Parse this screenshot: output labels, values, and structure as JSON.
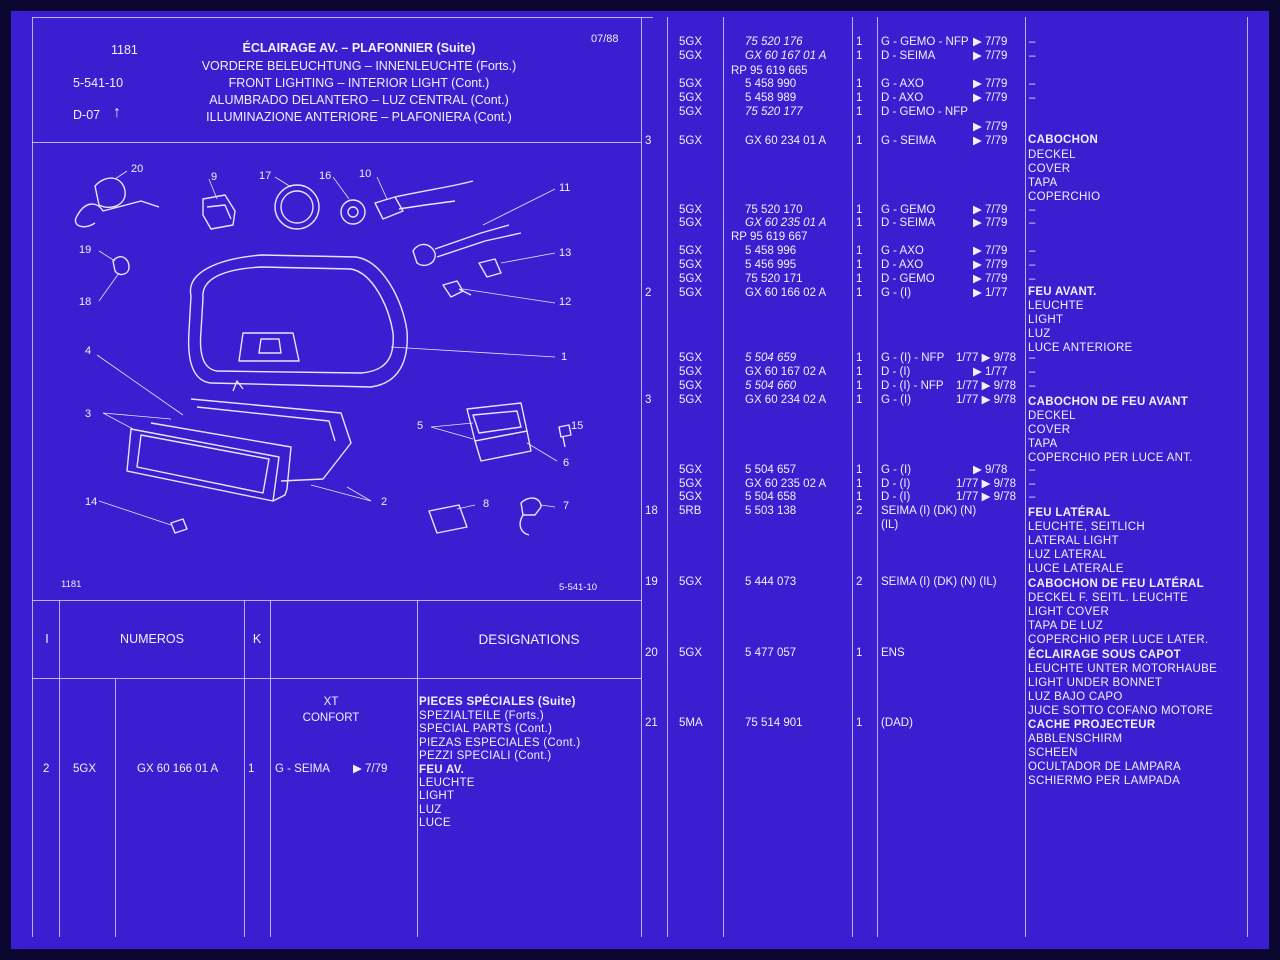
{
  "header": {
    "code": "1181",
    "ref": "5-541-10",
    "sub": "D-07",
    "date": "07/88",
    "titles": [
      "ÉCLAIRAGE AV. – PLAFONNIER (Suite)",
      "VORDERE BELEUCHTUNG – INNENLEUCHTE (Forts.)",
      "FRONT LIGHTING – INTERIOR LIGHT (Cont.)",
      "ALUMBRADO DELANTERO – LUZ CENTRAL (Cont.)",
      "ILLUMINAZIONE ANTERIORE – PLAFONIERA (Cont.)"
    ]
  },
  "diagram": {
    "callouts": [
      "20",
      "9",
      "17",
      "16",
      "10",
      "11",
      "19",
      "18",
      "13",
      "12",
      "1",
      "4",
      "3",
      "5",
      "15",
      "6",
      "2",
      "14",
      "8",
      "7"
    ],
    "footer_left": "1181",
    "footer_right": "5-541-10"
  },
  "left_table": {
    "headers": {
      "col_i": "I",
      "numeros": "NUMEROS",
      "k": "K",
      "designations": "DESIGNATIONS"
    },
    "variant": [
      "XT",
      "CONFORT"
    ],
    "section_title": [
      "PIECES SPÉCIALES (Suite)",
      "SPEZIALTEILE (Forts.)",
      "SPECIAL PARTS (Cont.)",
      "PIEZAS ESPECIALES (Cont.)",
      "PEZZI SPECIALI (Cont.)"
    ],
    "row": {
      "index": "2",
      "model": "5GX",
      "number": "GX 60 166 01 A",
      "qty": "1",
      "side": "G - SEIMA",
      "date": "▶ 7/79"
    },
    "designation": [
      "FEU AV.",
      "LEUCHTE",
      "LIGHT",
      "LUZ",
      "LUCE"
    ]
  },
  "right_table": {
    "rows": [
      {
        "i": "",
        "m": "5GX",
        "n": "75  520  176",
        "k": "1",
        "d": "G - GEMO - NFP",
        "dt": "▶ 7/79",
        "x": "–",
        "it": true
      },
      {
        "i": "",
        "m": "5GX",
        "n": "GX 60  167  01 A",
        "k": "1",
        "d": "D - SEIMA",
        "dt": "▶ 7/79",
        "x": "–",
        "it": true
      },
      {
        "i": "",
        "m": "",
        "n": "RP 95  619  665",
        "k": "",
        "d": "",
        "dt": "",
        "x": ""
      },
      {
        "i": "",
        "m": "5GX",
        "n": "5  458  990",
        "k": "1",
        "d": "G - AXO",
        "dt": "▶ 7/79",
        "x": "–"
      },
      {
        "i": "",
        "m": "5GX",
        "n": "5  458  989",
        "k": "1",
        "d": "D - AXO",
        "dt": "▶ 7/79",
        "x": "–"
      },
      {
        "i": "",
        "m": "5GX",
        "n": "75  520  177",
        "k": "1",
        "d": "D - GEMO - NFP",
        "dt": "",
        "x": "",
        "it": true
      },
      {
        "i": "",
        "m": "",
        "n": "",
        "k": "",
        "d": "",
        "dt": "▶ 7/79",
        "x": ""
      },
      {
        "i": "3",
        "m": "5GX",
        "n": "GX 60  234  01 A",
        "k": "1",
        "d": "G - SEIMA",
        "dt": "▶ 7/79",
        "x": ""
      },
      {
        "i": "",
        "m": "5GX",
        "n": "75  520  170",
        "k": "1",
        "d": "G - GEMO",
        "dt": "▶ 7/79",
        "x": "–"
      },
      {
        "i": "",
        "m": "5GX",
        "n": "GX 60  235  01 A",
        "k": "1",
        "d": "D - SEIMA",
        "dt": "▶ 7/79",
        "x": "–",
        "it": true
      },
      {
        "i": "",
        "m": "",
        "n": "RP 95  619  667",
        "k": "",
        "d": "",
        "dt": "",
        "x": ""
      },
      {
        "i": "",
        "m": "5GX",
        "n": "5  458  996",
        "k": "1",
        "d": "G - AXO",
        "dt": "▶ 7/79",
        "x": "–"
      },
      {
        "i": "",
        "m": "5GX",
        "n": "5  456  995",
        "k": "1",
        "d": "D - AXO",
        "dt": "▶ 7/79",
        "x": "–"
      },
      {
        "i": "",
        "m": "5GX",
        "n": "75  520  171",
        "k": "1",
        "d": "D - GEMO",
        "dt": "▶ 7/79",
        "x": "–"
      },
      {
        "i": "2",
        "m": "5GX",
        "n": "GX 60  166  02 A",
        "k": "1",
        "d": "G - (I)",
        "dt": "▶ 1/77",
        "x": ""
      },
      {
        "i": "",
        "m": "5GX",
        "n": "5  504  659",
        "k": "1",
        "d": "G - (I) - NFP",
        "dt": "1/77 ▶ 9/78",
        "x": "–",
        "it": true
      },
      {
        "i": "",
        "m": "5GX",
        "n": "GX 60  167  02 A",
        "k": "1",
        "d": "D - (I)",
        "dt": "▶ 1/77",
        "x": "–"
      },
      {
        "i": "",
        "m": "5GX",
        "n": "5  504  660",
        "k": "1",
        "d": "D - (I) - NFP",
        "dt": "1/77 ▶ 9/78",
        "x": "–",
        "it": true
      },
      {
        "i": "3",
        "m": "5GX",
        "n": "GX 60  234  02 A",
        "k": "1",
        "d": "G - (I)",
        "dt": "1/77 ▶ 9/78",
        "x": ""
      },
      {
        "i": "",
        "m": "5GX",
        "n": "5  504  657",
        "k": "1",
        "d": "G - (I)",
        "dt": "▶ 9/78",
        "x": "–"
      },
      {
        "i": "",
        "m": "5GX",
        "n": "GX 60  235  02 A",
        "k": "1",
        "d": "D - (I)",
        "dt": "1/77 ▶ 9/78",
        "x": "–"
      },
      {
        "i": "",
        "m": "5GX",
        "n": "5  504  658",
        "k": "1",
        "d": "D - (I)",
        "dt": "1/77 ▶ 9/78",
        "x": "–"
      },
      {
        "i": "18",
        "m": "5RB",
        "n": "5  503  138",
        "k": "2",
        "d": "SEIMA (I) (DK) (N)",
        "dt": "",
        "x": ""
      },
      {
        "i": "",
        "m": "",
        "n": "",
        "k": "",
        "d": "(IL)",
        "dt": "",
        "x": ""
      },
      {
        "i": "19",
        "m": "5GX",
        "n": "5  444  073",
        "k": "2",
        "d": "SEIMA (I) (DK) (N) (IL)",
        "dt": "",
        "x": ""
      },
      {
        "i": "20",
        "m": "5GX",
        "n": "5  477  057",
        "k": "1",
        "d": "ENS",
        "dt": "",
        "x": ""
      },
      {
        "i": "21",
        "m": "5MA",
        "n": "75  514  901",
        "k": "1",
        "d": "(DAD)",
        "dt": "",
        "x": ""
      }
    ],
    "designations": [
      {
        "b": true,
        "t": "CABOCHON"
      },
      {
        "b": false,
        "t": "DECKEL"
      },
      {
        "b": false,
        "t": "COVER"
      },
      {
        "b": false,
        "t": "TAPA"
      },
      {
        "b": false,
        "t": "COPERCHIO"
      },
      {
        "b": true,
        "t": "FEU AVANT."
      },
      {
        "b": false,
        "t": "LEUCHTE"
      },
      {
        "b": false,
        "t": "LIGHT"
      },
      {
        "b": false,
        "t": "LUZ"
      },
      {
        "b": false,
        "t": "LUCE ANTERIORE"
      },
      {
        "b": true,
        "t": "CABOCHON DE FEU AVANT"
      },
      {
        "b": false,
        "t": "DECKEL"
      },
      {
        "b": false,
        "t": "COVER"
      },
      {
        "b": false,
        "t": "TAPA"
      },
      {
        "b": false,
        "t": "COPERCHIO PER LUCE ANT."
      },
      {
        "b": true,
        "t": "FEU LATÉRAL"
      },
      {
        "b": false,
        "t": "LEUCHTE, SEITLICH"
      },
      {
        "b": false,
        "t": "LATERAL LIGHT"
      },
      {
        "b": false,
        "t": "LUZ LATERAL"
      },
      {
        "b": false,
        "t": "LUCE LATERALE"
      },
      {
        "b": true,
        "t": "CABOCHON DE FEU LATÉRAL"
      },
      {
        "b": false,
        "t": "DECKEL F. SEITL. LEUCHTE"
      },
      {
        "b": false,
        "t": "LIGHT COVER"
      },
      {
        "b": false,
        "t": "TAPA DE LUZ"
      },
      {
        "b": false,
        "t": "COPERCHIO PER LUCE LATER."
      },
      {
        "b": true,
        "t": "ÉCLAIRAGE SOUS CAPOT"
      },
      {
        "b": false,
        "t": "LEUCHTE UNTER MOTORHAUBE"
      },
      {
        "b": false,
        "t": "LIGHT UNDER BONNET"
      },
      {
        "b": false,
        "t": "LUZ BAJO CAPO"
      },
      {
        "b": false,
        "t": "JUCE SOTTO COFANO MOTORE"
      },
      {
        "b": true,
        "t": "CACHE PROJECTEUR"
      },
      {
        "b": false,
        "t": "ABBLENSCHIRM"
      },
      {
        "b": false,
        "t": "SCHEEN"
      },
      {
        "b": false,
        "t": "OCULTADOR DE LAMPARA"
      },
      {
        "b": false,
        "t": "SCHIERMO PER LAMPADA"
      }
    ]
  }
}
